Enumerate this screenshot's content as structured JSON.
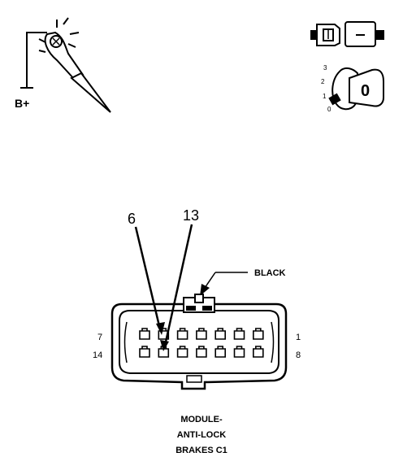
{
  "probe": {
    "supply_label": "B+"
  },
  "connector": {
    "color_label": "BLACK",
    "callout_pins": [
      "6",
      "13"
    ],
    "row_end_labels": {
      "top_left": "7",
      "top_right": "1",
      "bottom_left": "14",
      "bottom_right": "8"
    },
    "pins_per_row": 7,
    "rows": 2
  },
  "ignition_positions": [
    "3",
    "2",
    "1",
    "0"
  ],
  "key_label": "0",
  "caption": [
    "MODULE-",
    "ANTI-LOCK",
    "BRAKES C1"
  ]
}
